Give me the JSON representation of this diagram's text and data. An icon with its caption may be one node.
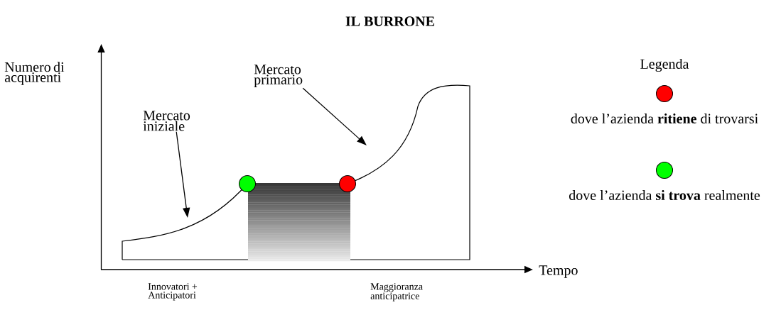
{
  "diagram": {
    "title": "IL BURRONE",
    "nodes": [
      {
        "text": [
          "Mercato iniziale"
        ]
      },
      {
        "text": [
          "Mercato primario"
        ]
      }
    ],
    "edges": [
      {
        "from": 0,
        "to": null,
        "arrow": "to"
      },
      {
        "from": 1,
        "to": null,
        "arrow": "to"
      }
    ],
    "labels": [
      "Numero di acquirenti",
      "Legenda",
      "Tempo",
      "Innovatori + Anticipatori",
      "Maggioranza anticipatrice"
    ],
    "legend": [
      {
        "text": "dove l’azienda **ritiene** di trovarsi",
        "color": "#ff0000"
      },
      {
        "text": "dove l’azienda **si trova** realmente",
        "color": "#00ff00"
      }
    ]
  }
}
